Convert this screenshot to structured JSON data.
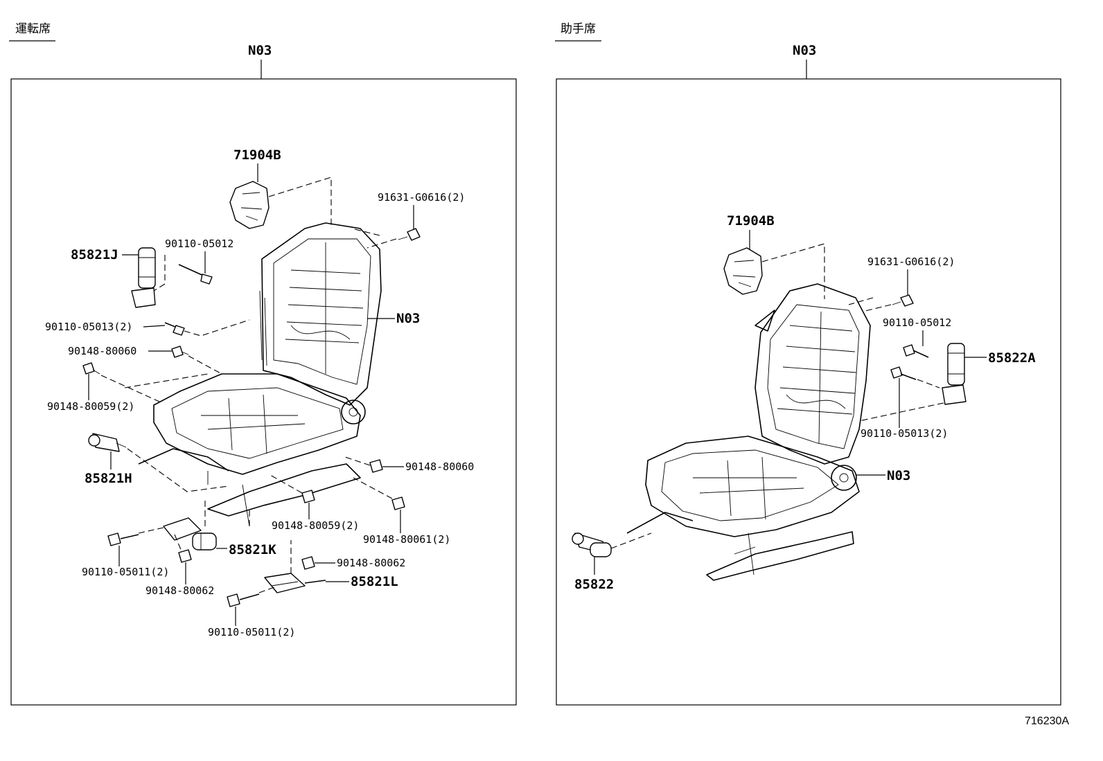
{
  "footer_code": "716230A",
  "panels": {
    "left": {
      "header": "運転席",
      "assembly": "N03",
      "callouts": {
        "c71904B": "71904B",
        "c91631": "91631-G0616(2)",
        "c85821J": "85821J",
        "c90110_05012": "90110-05012",
        "cN03": "N03",
        "c90110_05013": "90110-05013(2)",
        "c90148_80060a": "90148-80060",
        "c90148_80059a": "90148-80059(2)",
        "c85821H": "85821H",
        "c90148_80060b": "90148-80060",
        "c90148_80059b": "90148-80059(2)",
        "c90148_80061": "90148-80061(2)",
        "c85821K": "85821K",
        "c90110_05011a": "90110-05011(2)",
        "c90148_80062a": "90148-80062",
        "c90148_80062b": "90148-80062",
        "c85821L": "85821L",
        "c90110_05011b": "90110-05011(2)"
      }
    },
    "right": {
      "header": "助手席",
      "assembly": "N03",
      "callouts": {
        "c71904B": "71904B",
        "c91631": "91631-G0616(2)",
        "c90110_05012": "90110-05012",
        "c85822A": "85822A",
        "c90110_05013": "90110-05013(2)",
        "cN03": "N03",
        "c85822": "85822"
      }
    }
  }
}
